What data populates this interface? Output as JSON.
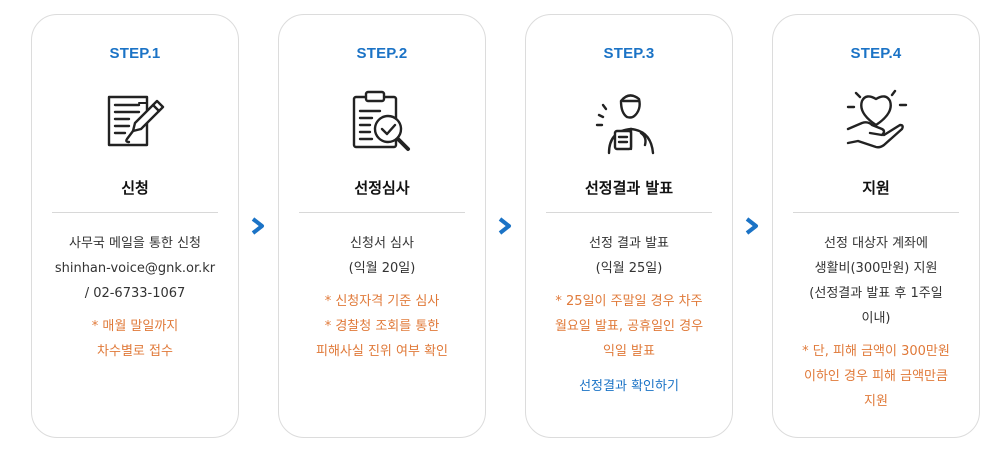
{
  "steps": [
    {
      "step": "STEP.1",
      "icon": "document-pen-icon",
      "title": "신청",
      "desc": [
        "사무국 메일을 통한 신청",
        "shinhan-voice@gnk.or.kr",
        "/ 02-6733-1067"
      ],
      "notes": [
        "* 매월 말일까지",
        "차수별로 접수"
      ]
    },
    {
      "step": "STEP.2",
      "icon": "clipboard-check-icon",
      "title": "선정심사",
      "desc": [
        "신청서 심사",
        "(익월 20일)"
      ],
      "notes": [
        "* 신청자격 기준 심사",
        "* 경찰청 조회를 통한",
        "피해사실 진위 여부 확인"
      ]
    },
    {
      "step": "STEP.3",
      "icon": "person-announcement-icon",
      "title": "선정결과 발표",
      "desc": [
        "선정 결과 발표",
        "(익월 25일)"
      ],
      "notes": [
        "* 25일이 주말일 경우 차주",
        "월요일 발표, 공휴일인 경우",
        "익일 발표"
      ],
      "link": "선정결과 확인하기"
    },
    {
      "step": "STEP.4",
      "icon": "heart-hand-icon",
      "title": "지원",
      "desc": [
        "선정 대상자 계좌에",
        "생활비(300만원) 지원",
        "(선정결과 발표 후 1주일",
        "이내)"
      ],
      "notes": [
        "* 단, 피해 금액이 300만원",
        "이하인 경우 피해 금액만큼",
        "지원"
      ]
    }
  ],
  "colors": {
    "step_label": "#1b73c6",
    "note": "#e07a3a",
    "link": "#1b73c6",
    "arrow": "#1b73c6"
  }
}
